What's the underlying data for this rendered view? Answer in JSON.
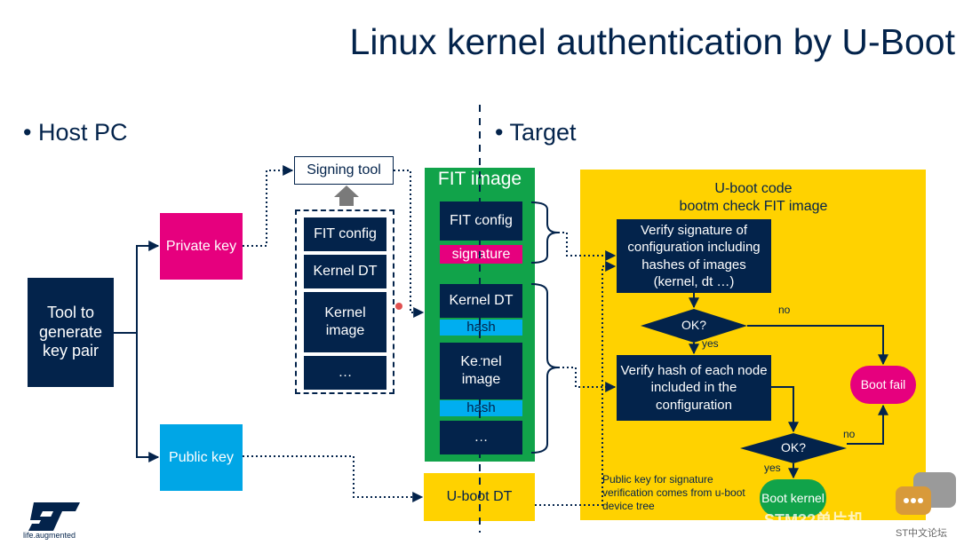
{
  "title": "Linux kernel authentication by U-Boot",
  "sections": {
    "host": "Host PC",
    "target": "Target",
    "bullet": "•"
  },
  "host": {
    "tool_box": "Tool to generate key pair",
    "private_key": "Private key",
    "public_key": "Public key",
    "signing_tool": "Signing tool",
    "input_items": [
      "FIT config",
      "Kernel DT",
      "Kernel image",
      "…"
    ]
  },
  "fit_image": {
    "title": "FIT image",
    "config": "FIT config",
    "signature": "signature",
    "kernel_dt": "Kernel DT",
    "hash1": "hash",
    "kernel_image": "Kernel image",
    "hash2": "hash",
    "more": "…"
  },
  "uboot_dt": "U-boot DT",
  "uboot_code": {
    "heading_line1": "U-boot code",
    "heading_line2": "bootm check FIT image",
    "verify_signature": "Verify signature  of configuration including hashes of images (kernel, dt …)",
    "verify_hash": "Verify hash of each node included in the configuration",
    "ok1": "OK?",
    "ok2": "OK?",
    "yes1": "yes",
    "no1": "no",
    "yes2": "yes",
    "no2": "no",
    "boot_fail": "Boot fail",
    "boot_kernel": "Boot kernel",
    "public_key_note": "Public key for signature verification comes from u-boot device tree"
  },
  "logo": {
    "tagline": "life.augmented"
  },
  "watermark": {
    "line1": "STM32单片机",
    "line2": "ST中文论坛"
  },
  "colors": {
    "navy": "#03234b",
    "pink": "#e6007e",
    "blue": "#00a6e6",
    "green": "#11a34a",
    "yellow": "#ffd200",
    "bar_blue": "#00aef0"
  }
}
